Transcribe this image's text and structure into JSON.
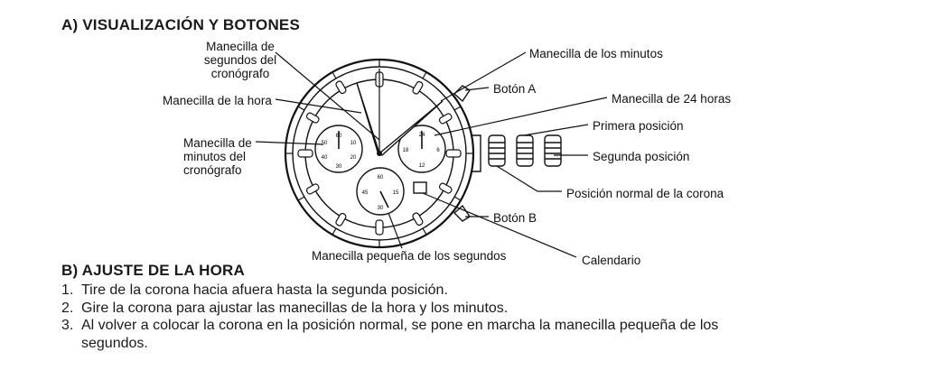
{
  "section_a": {
    "title": "A) VISUALIZACIÓN Y BOTONES"
  },
  "labels": {
    "chrono_seconds": [
      "Manecilla de",
      "segundos del",
      "cronógrafo"
    ],
    "minute_hand": "Manecilla de los minutos",
    "button_a": "Botón A",
    "hour_hand": "Manecilla de la hora",
    "hand_24h": "Manecilla de 24 horas",
    "first_position": "Primera posición",
    "chrono_minutes": [
      "Manecilla de",
      "minutos del",
      "cronógrafo"
    ],
    "second_position": "Segunda posición",
    "crown_normal": "Posición normal de la corona",
    "button_b": "Botón B",
    "small_seconds": "Manecilla pequeña de los segundos",
    "calendar": "Calendario"
  },
  "section_b": {
    "title": "B) AJUSTE DE LA HORA",
    "steps": [
      {
        "num": "1.",
        "text": "Tire de la corona hacia afuera hasta la segunda posición."
      },
      {
        "num": "2.",
        "text": "Gire la corona para ajustar las manecillas de la hora y los minutos."
      },
      {
        "num": "3.",
        "text": "Al volver a colocar la corona en la posición normal, se pone en marcha la manecilla pequeña de los"
      },
      {
        "num": "",
        "text": "segundos."
      }
    ]
  },
  "dial_numbers": {
    "left_subdial": [
      "60",
      "10",
      "20",
      "30",
      "40",
      "50"
    ],
    "right_subdial": [
      "24",
      "6",
      "12",
      "18"
    ],
    "bottom_subdial": [
      "60",
      "15",
      "30",
      "45"
    ]
  }
}
